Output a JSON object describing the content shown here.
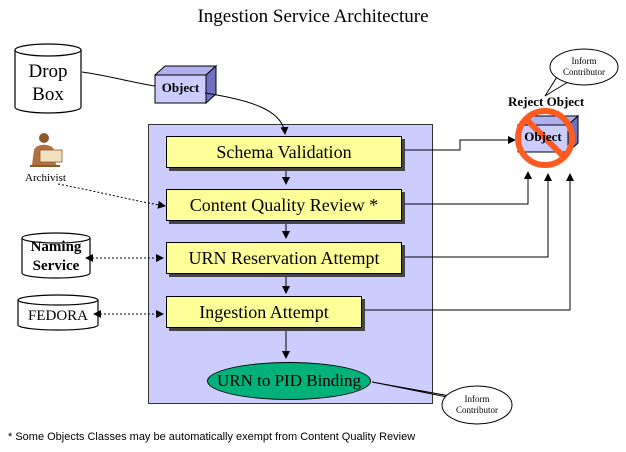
{
  "title": "Ingestion Service Architecture",
  "drop_box": {
    "line1": "Drop",
    "line2": "Box"
  },
  "object_label": "Object",
  "archivist_label": "Archivist",
  "naming_service": {
    "line1": "Naming",
    "line2": "Service"
  },
  "fedora_label": "FEDORA",
  "steps": [
    "Schema Validation",
    "Content Quality Review *",
    "URN Reservation Attempt",
    "Ingestion Attempt"
  ],
  "binding_label": "URN to PID Binding",
  "reject": {
    "title": "Reject Object",
    "object_label": "Object"
  },
  "inform_top": {
    "line1": "Inform",
    "line2": "Contributor"
  },
  "inform_bottom": {
    "line1": "Inform",
    "line2": "Contributor"
  },
  "footnote": "* Some Objects Classes may be automatically exempt from Content Quality Review"
}
